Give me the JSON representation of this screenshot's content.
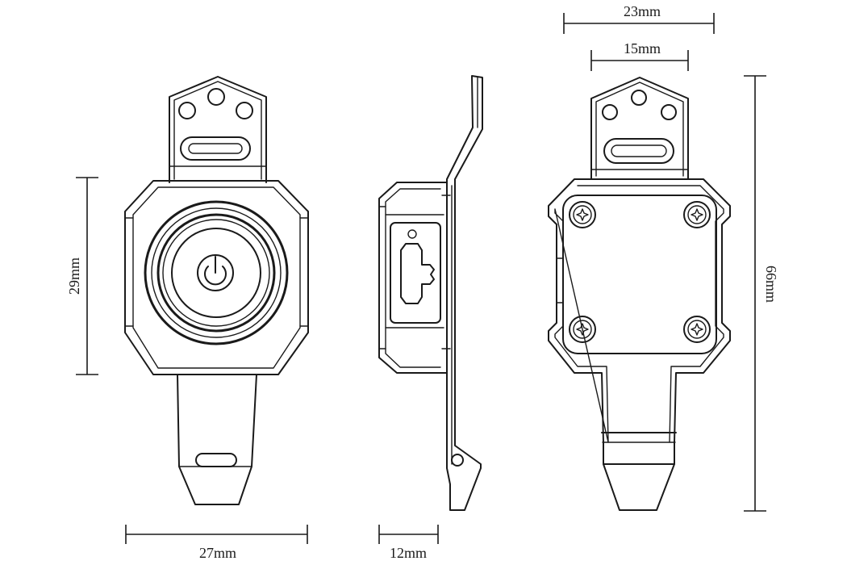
{
  "dimensions": {
    "front_width": "27mm",
    "front_height": "29mm",
    "side_depth": "12mm",
    "back_top_outer": "23mm",
    "back_top_inner": "15mm",
    "back_height": "66mm"
  },
  "colors": {
    "line": "#1a1a1a",
    "background": "#ffffff"
  },
  "icons": {
    "power": "power-icon",
    "screw": "torx-screw-icon"
  }
}
